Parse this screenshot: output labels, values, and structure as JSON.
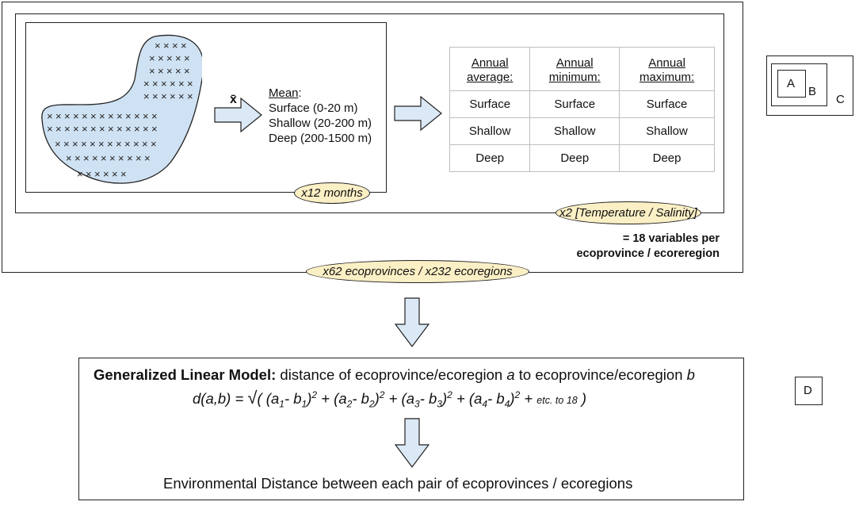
{
  "workflow": {
    "mean_symbol": "x̄",
    "mean_label": "Mean",
    "mean_lines": [
      "Surface (0-20 m)",
      "Shallow (20-200 m)",
      "Deep (200-1500 m)"
    ],
    "months_pill": "x12 months",
    "variable_pill": "x2 [Temperature / Salinity]",
    "ecoprovince_pill": "x62 ecoprovinces / x232 ecoregions",
    "variables_note": [
      "= 18 variables per",
      "ecoprovince / ecoreregion"
    ]
  },
  "table": {
    "headers": [
      [
        "Annual",
        "average:"
      ],
      [
        "Annual",
        "minimum:"
      ],
      [
        "Annual",
        "maximum:"
      ]
    ],
    "rows": [
      [
        "Surface",
        "Surface",
        "Surface"
      ],
      [
        "Shallow",
        "Shallow",
        "Shallow"
      ],
      [
        "Deep",
        "Deep",
        "Deep"
      ]
    ]
  },
  "nested_legend": {
    "a": "A",
    "b": "B",
    "c": "C"
  },
  "glm": {
    "title_bold": "Generalized Linear Model:",
    "title_rest_1": " distance of ecoprovince/ecoregion ",
    "var_a": "a",
    "title_rest_2": " to ecoprovince/ecoregion ",
    "var_b": "b",
    "formula_lhs": "d(a,b) = ",
    "sqrt": "√",
    "formula_tail": "etc. to 18",
    "result": "Environmental Distance between each pair of ecoprovinces / ecoregions"
  },
  "label_d": "D",
  "colors": {
    "region_fill": "#cfe2f3",
    "arrow_fill": "#dbe8f5",
    "pill_fill": "#fbefc5"
  }
}
